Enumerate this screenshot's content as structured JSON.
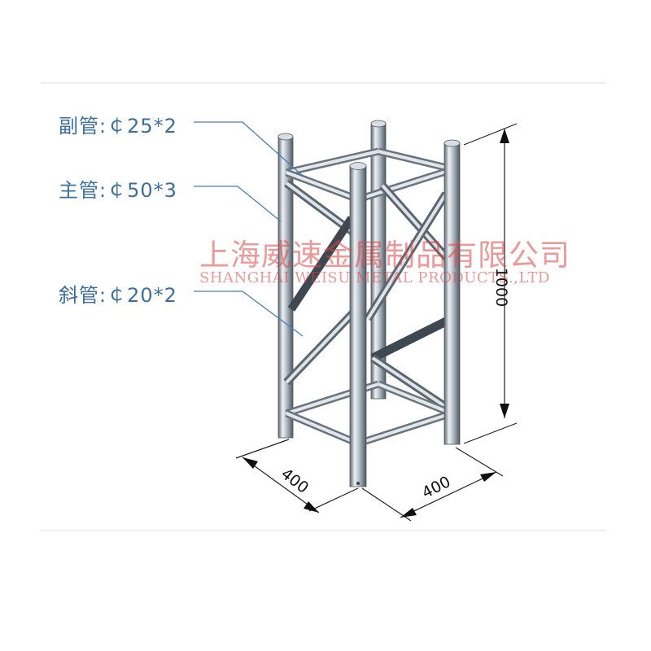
{
  "labels": {
    "secondary_tube": "副管:￠25*2",
    "main_tube": "主管:￠50*3",
    "diagonal_tube": "斜管:￠20*2"
  },
  "dimensions": {
    "height": "1000",
    "width_left": "400",
    "width_right": "400"
  },
  "watermark": {
    "company_cn": "上海威速金属制品有限公司",
    "company_en": "SHANGHAI WEISU METAL PRODUCTS.,LTD"
  },
  "colors": {
    "label_text": "#3a6f9e",
    "leader_line": "#4a7fae",
    "tube_dark": "#5c6670",
    "tube_light": "#eef1f4",
    "watermark": "#dc4646"
  }
}
